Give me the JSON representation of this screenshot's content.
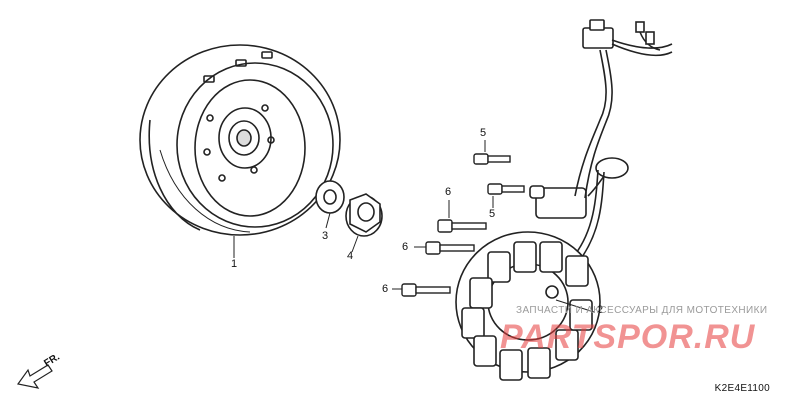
{
  "parts": [
    {
      "id": "1",
      "callout": "1"
    },
    {
      "id": "2",
      "callout": "2"
    },
    {
      "id": "3",
      "callout": "3"
    },
    {
      "id": "4",
      "callout": "4"
    },
    {
      "id": "5a",
      "callout": "5"
    },
    {
      "id": "5b",
      "callout": "5"
    },
    {
      "id": "6a",
      "callout": "6"
    },
    {
      "id": "6b",
      "callout": "6"
    },
    {
      "id": "6c",
      "callout": "6"
    }
  ],
  "direction_label": "FR.",
  "diagram_code": "K2E4E1100",
  "watermark": {
    "tagline": "ЗАПЧАСТИ И АКСЕССУАРЫ ДЛЯ МОТОТЕХНИКИ",
    "brand": "PARTSPOR.RU",
    "brand_color": "#e63b3b"
  }
}
